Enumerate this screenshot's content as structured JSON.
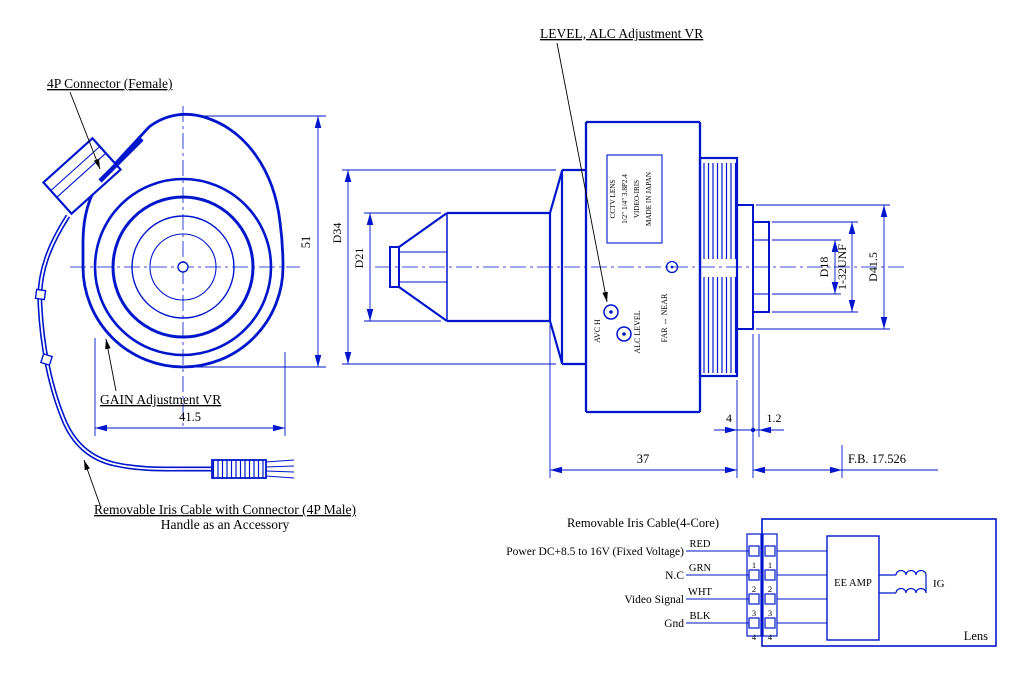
{
  "colors": {
    "line": "#0016cc",
    "ink": "#000000"
  },
  "front_view": {
    "connector_label": "4P Connector (Female)",
    "gain_label": "GAIN Adjustment VR",
    "cable_note_line1": "Removable Iris Cable with Connector (4P Male)",
    "cable_note_line2": "Handle as an Accessory",
    "dim_width": "41.5",
    "dim_height": "51"
  },
  "side_view": {
    "level_alc_label": "LEVEL, ALC Adjustment VR",
    "marking_lines": [
      "CCTV LENS",
      "1/2\" 1/4\" 3.8P2.4",
      "VIDEO-IRIS",
      "MADE IN JAPAN"
    ],
    "vr_label_1": "AVC H",
    "vr_label_2": "ALC LEVEL",
    "focus_label": "FAR ↔ NEAR",
    "dim_d34": "D34",
    "dim_d21": "D21",
    "dim_d18": "D18",
    "dim_thread": "1-32UNF",
    "dim_d415": "D41.5",
    "dim_4": "4",
    "dim_12": "1.2",
    "dim_37": "37",
    "dim_fb": "F.B. 17.526"
  },
  "wiring": {
    "title": "Removable Iris Cable(4-Core)",
    "rows": [
      {
        "signal": "Power DC+8.5 to 16V (Fixed Voltage)",
        "color": "RED",
        "pin": "1"
      },
      {
        "signal": "N.C",
        "color": "GRN",
        "pin": "2"
      },
      {
        "signal": "Video Signal",
        "color": "WHT",
        "pin": "3"
      },
      {
        "signal": "Gnd",
        "color": "BLK",
        "pin": "4"
      }
    ],
    "amp_label": "EE AMP",
    "ig_label": "IG",
    "lens_label": "Lens"
  }
}
